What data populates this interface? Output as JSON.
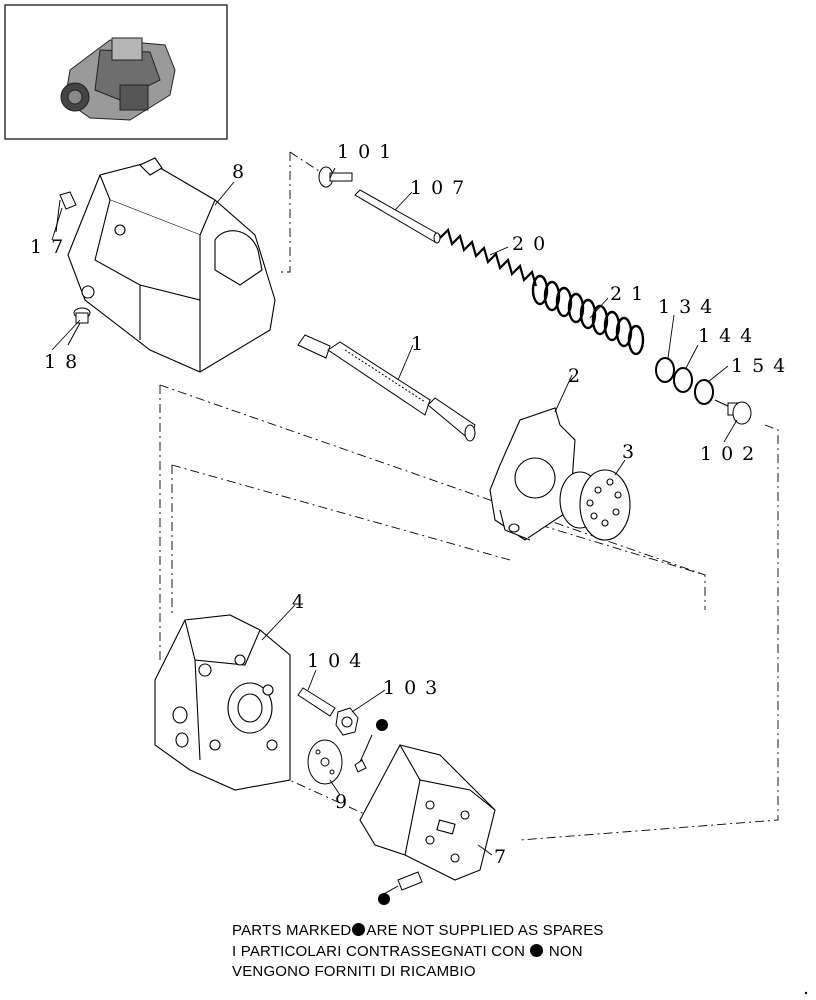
{
  "callouts": {
    "c1": "1",
    "c2": "2",
    "c3": "3",
    "c4": "4",
    "c7": "7",
    "c8": "8",
    "c9": "9",
    "c17": "17",
    "c18": "18",
    "c20": "20",
    "c21": "21",
    "c101": "101",
    "c102": "102",
    "c103": "103",
    "c104": "104",
    "c107": "107",
    "c134": "134",
    "c144": "144",
    "c154": "154"
  },
  "note": {
    "line1_pre": "PARTS MARKED",
    "line1_post": "ARE NOT SUPPLIED AS SPARES",
    "line2_pre": "I PARTICOLARI  CONTRASSEGNATI  CON",
    "line2_post": "NON",
    "line3": "VENGONO FORNITI DI RICAMBIO"
  },
  "marker_icon": "filled-circle"
}
